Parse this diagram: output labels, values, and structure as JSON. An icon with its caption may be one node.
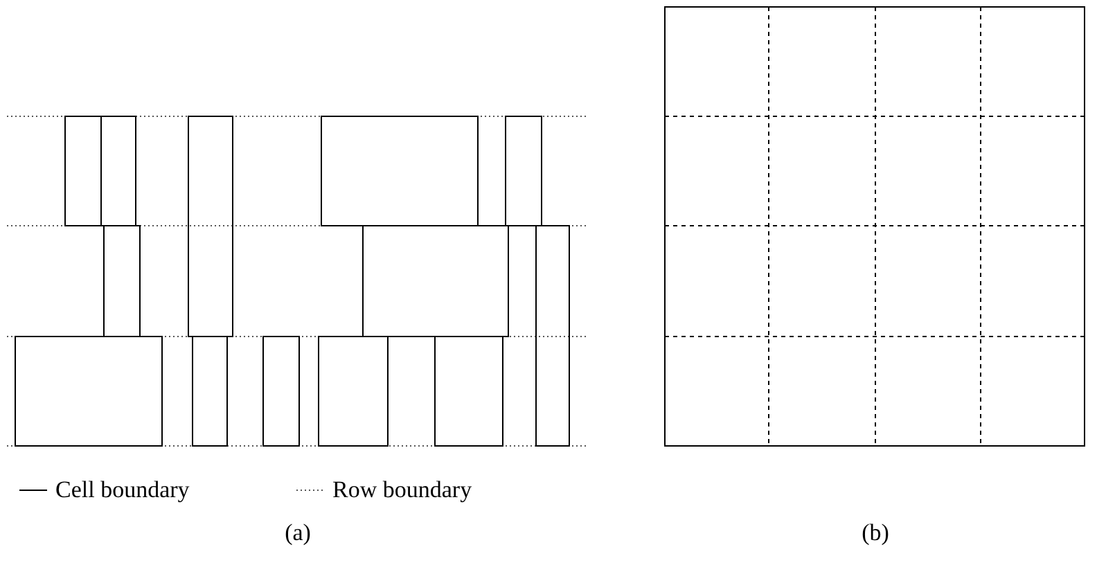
{
  "diagram": {
    "labels": [
      "(a)",
      "(b)"
    ],
    "legend": [
      {
        "text": "Cell boundary"
      },
      {
        "text": "Row boundary"
      }
    ]
  }
}
